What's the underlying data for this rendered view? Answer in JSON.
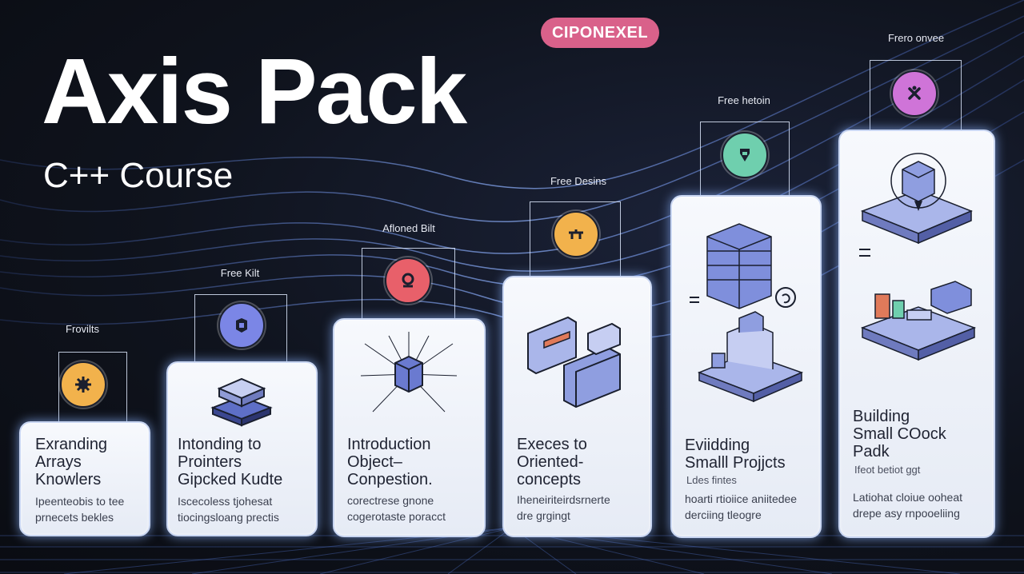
{
  "header": {
    "title": "Axis Pack",
    "subtitle": "C++ Course",
    "badge": "CIPONEXEL"
  },
  "steps": [
    {
      "tag": "Frovilts",
      "title_lines": [
        "Exranding",
        "Arrays",
        "Knowlers"
      ],
      "desc_lines": [
        "Ipeenteobis to tee",
        "prnecets bekles"
      ],
      "icon": "gear-icon",
      "icon_color": "#f2b24c"
    },
    {
      "tag": "Free Kilt",
      "title_lines": [
        "Intonding to",
        "Prointers",
        "Gipcked Kudte"
      ],
      "desc_lines": [
        "Iscecoless tjohesat",
        "tiocingsloang prectis"
      ],
      "icon": "cube-icon",
      "icon_color": "#7b86e6"
    },
    {
      "tag": "Afloned Bilt",
      "title_lines": [
        "Introduction",
        "Object–",
        "Conpestion."
      ],
      "desc_lines": [
        "corectrese gnone",
        "cogerotaste poracct"
      ],
      "icon": "ring-icon",
      "icon_color": "#e8606a"
    },
    {
      "tag": "Free Desins",
      "title_lines": [
        "Execes to",
        "Oriented-",
        "concepts"
      ],
      "desc_lines": [
        "Iheneiriteirdsrnerte",
        "dre grgingt"
      ],
      "icon": "bracket-icon",
      "icon_color": "#f2b24c"
    },
    {
      "tag": "Free hetoin",
      "title_lines": [
        "Eviidding",
        "Smalll Projjcts"
      ],
      "sub": "Ldes fintes",
      "desc_lines": [
        "hoarti rtioiice aniitedee",
        "derciing tleogre"
      ],
      "icon": "shield-icon",
      "icon_color": "#6fcfae"
    },
    {
      "tag": "Frero onvee",
      "title_lines": [
        "Building",
        "Small COock",
        "Padk"
      ],
      "sub": "Ifeot betiot ggt",
      "desc_lines": [
        "Latiohat cloiue ooheat",
        "drepe asy rnpooeliing"
      ],
      "icon": "x-icon",
      "icon_color": "#cf74d8"
    }
  ]
}
